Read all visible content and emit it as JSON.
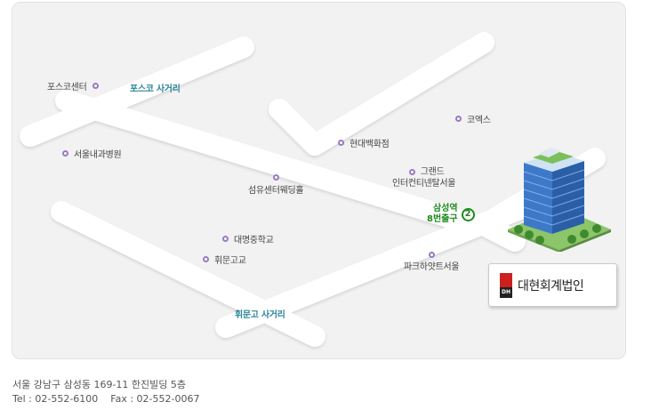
{
  "map": {
    "intersections": {
      "posco": "포스코 사거리",
      "hwimungo": "휘문고 사거리"
    },
    "pois": {
      "posco_center": "포스코센터",
      "seoul_clinic": "서울내과병원",
      "coex": "코엑스",
      "hyundai_dept": "현대백화점",
      "grand_line1": "그랜드",
      "grand_line2": "인터컨티넨탈서울",
      "textile_center": "섬유센터웨딩홀",
      "daemyung": "대명중학교",
      "hwimun_high": "휘문고교",
      "park_hyatt": "파크하얏트서울"
    },
    "station": {
      "name": "삼성역",
      "exit_label": "8번출구",
      "exit_number": "2"
    },
    "company": {
      "name": "대현회계법인",
      "logo_letters": "DH"
    },
    "colors": {
      "background": "#f2f2f2",
      "road": "#ffffff",
      "poi_dot": "#9b79c2",
      "intersection_text": "#2b8599",
      "station_green": "#1f8a1f",
      "logo_red": "#cc1f1f"
    }
  },
  "footer": {
    "address": "서울 강남구 삼성동 169-11 한진빌딩 5층",
    "contact": "Tel : 02-552-6100    Fax : 02-552-0067"
  }
}
